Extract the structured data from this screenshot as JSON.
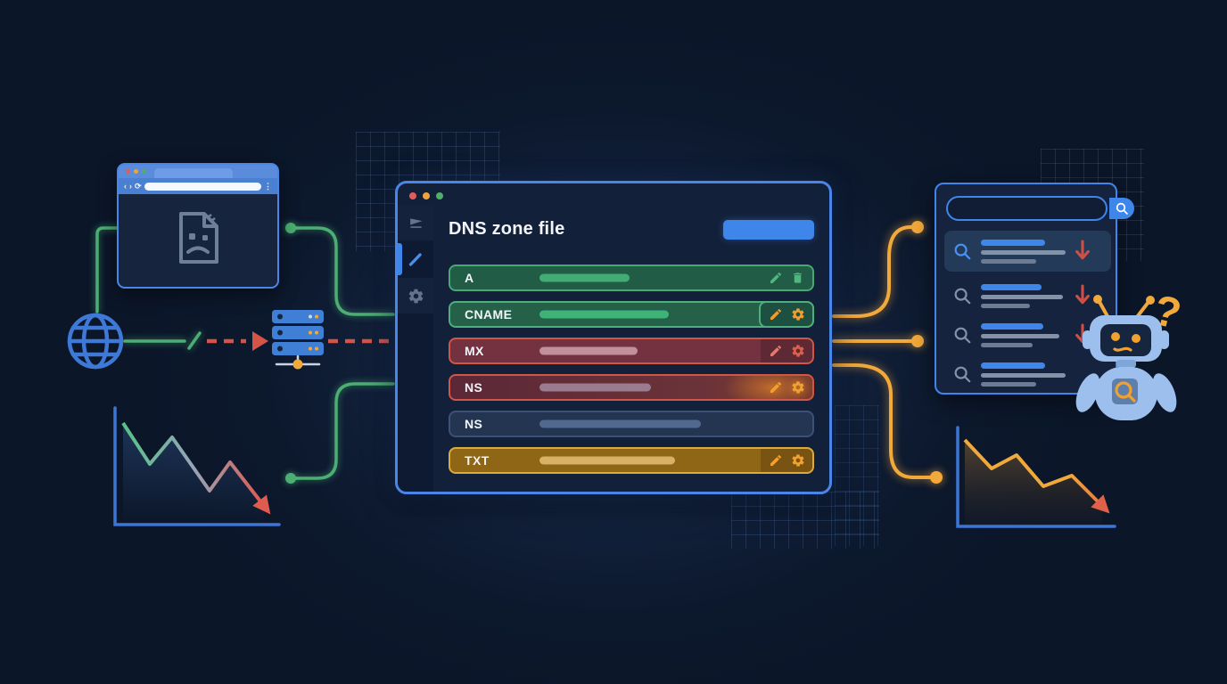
{
  "colors": {
    "background": "#0b1629",
    "accent_blue": "#3f86ea",
    "healthy_green": "#4cae72",
    "error_red": "#d05746",
    "warning_amber": "#dcab3b",
    "connector_orange": "#f2a93b",
    "alert_dash_red": "#d4544a"
  },
  "browser_window": {
    "traffic_lights": [
      "#e25c5c",
      "#eda53b",
      "#4fae67"
    ],
    "url_value": "",
    "content_icon": "broken-page-icon"
  },
  "left_flow": {
    "globe_icon": "globe-icon",
    "break_marker": "slash-break",
    "server_icon": "dns-server-stack"
  },
  "dns_editor": {
    "title": "DNS zone file",
    "primary_button_label": "",
    "sidebar_items": [
      {
        "icon": "scan-icon",
        "active": false
      },
      {
        "icon": "pencil-icon",
        "active": true
      },
      {
        "icon": "gear-icon",
        "active": false
      }
    ],
    "records": [
      {
        "type": "A",
        "state": "healthy",
        "value_bar_width": 101,
        "actions": [
          "edit",
          "delete"
        ]
      },
      {
        "type": "CNAME",
        "state": "healthy",
        "value_bar_width": 145,
        "actions": [
          "edit",
          "settings"
        ]
      },
      {
        "type": "MX",
        "state": "error",
        "value_bar_width": 110,
        "actions": [
          "edit",
          "settings"
        ]
      },
      {
        "type": "NS",
        "state": "error",
        "value_bar_width": 125,
        "actions": [
          "edit",
          "settings"
        ]
      },
      {
        "type": "NS",
        "state": "muted",
        "value_bar_width": 181,
        "actions": []
      },
      {
        "type": "TXT",
        "state": "warning",
        "value_bar_width": 152,
        "actions": [
          "edit",
          "settings"
        ]
      }
    ]
  },
  "search_panel": {
    "query_value": "",
    "results": [
      {
        "highlighted": true,
        "trend": "ranking-down",
        "line_widths": [
          72,
          95,
          62
        ]
      },
      {
        "highlighted": false,
        "trend": "ranking-down",
        "line_widths": [
          68,
          92,
          55
        ]
      },
      {
        "highlighted": false,
        "trend": "ranking-down",
        "line_widths": [
          70,
          88,
          58
        ]
      },
      {
        "highlighted": false,
        "trend": "",
        "line_widths": [
          72,
          95,
          62
        ]
      }
    ]
  },
  "robot": {
    "mood": "confused",
    "badge_icon": "magnifier-icon",
    "thought_icon": "question-mark"
  },
  "chart_data": [
    {
      "type": "line",
      "title": "",
      "xlabel": "",
      "ylabel": "",
      "trend": "declining",
      "stroke_colors": [
        "#56c287",
        "#97a4b6",
        "#df5a4f"
      ],
      "points": [
        [
          20,
          23
        ],
        [
          50,
          69
        ],
        [
          75,
          39
        ],
        [
          117,
          99
        ],
        [
          140,
          67
        ],
        [
          178,
          116
        ]
      ]
    },
    {
      "type": "line",
      "title": "",
      "xlabel": "",
      "ylabel": "",
      "trend": "declining",
      "stroke_colors": [
        "#f2a93b",
        "#e0784a"
      ],
      "points": [
        [
          20,
          26
        ],
        [
          50,
          58
        ],
        [
          78,
          43
        ],
        [
          108,
          78
        ],
        [
          140,
          66
        ],
        [
          174,
          100
        ]
      ]
    }
  ]
}
